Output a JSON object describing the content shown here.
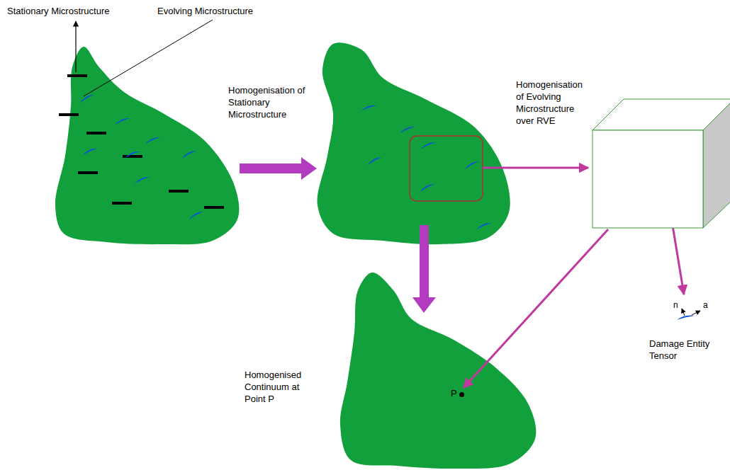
{
  "diagram": {
    "nodes": [
      {
        "text": [
          "Homogenisation of Evolving Microstructure over RVE"
        ]
      },
      {
        "text": [
          "Homogenised Continuum at Point P"
        ]
      },
      {
        "text": [
          "P"
        ],
        "in": 1
      }
    ],
    "edges": [
      {
        "from": 0,
        "to": 2,
        "arrow": "to"
      }
    ],
    "labels": [
      "Stationary Microstructure",
      "Evolving Microstructure",
      "Homogenisation of Stationary Microstructure",
      "n",
      "a",
      "Damage Entity Tensor"
    ]
  }
}
